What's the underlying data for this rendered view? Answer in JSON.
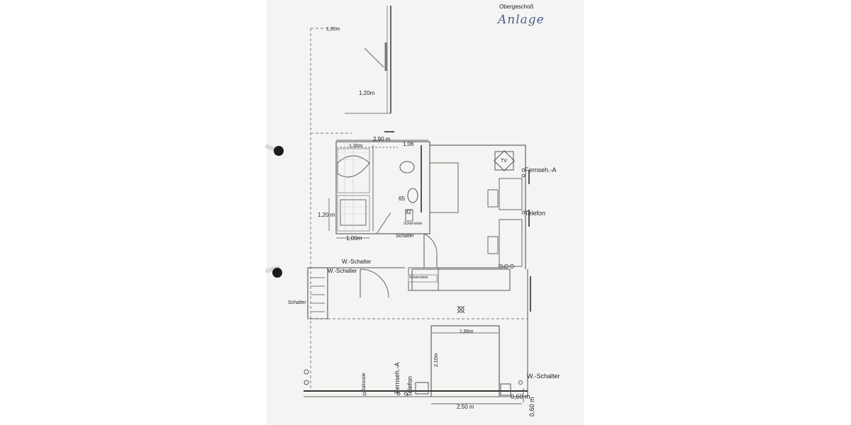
{
  "header": {
    "floor_title": "Obergeschoß",
    "handwritten_note": "Anlage"
  },
  "dimensions": {
    "top_window_1": "1,20m",
    "top_window_2": "1,20m",
    "bath_width": "2,90 m",
    "bath_left": "1,30m",
    "bath_right": "1,06",
    "shower_height": "1,20 m",
    "shower_width": "1,00m",
    "wc_65": "65",
    "wc_32": "32",
    "bed_width": "1,86m",
    "bed_length": "2,10m",
    "bottom_width": "2,50 m",
    "bottom_depth": "0,60 m"
  },
  "labels": {
    "tv": "TV",
    "fernseh_anschluss_right": "Fernseh.-A",
    "telefon_right": "Telefon",
    "schornstein_1": "Schornstein",
    "schornstein_2": "Schornstein",
    "schalter_bath": "Schalter",
    "w_schalter_1": "W.-Schalter",
    "w_schalter_2": "W.-Schalter",
    "schalter_left": "Schalter",
    "w_schalter_right": "W.-Schalter",
    "jalousie": "Jalousie",
    "fernseh_anschluss_bottom": "Fernseh.-A",
    "telefon_bottom": "Telefon"
  }
}
